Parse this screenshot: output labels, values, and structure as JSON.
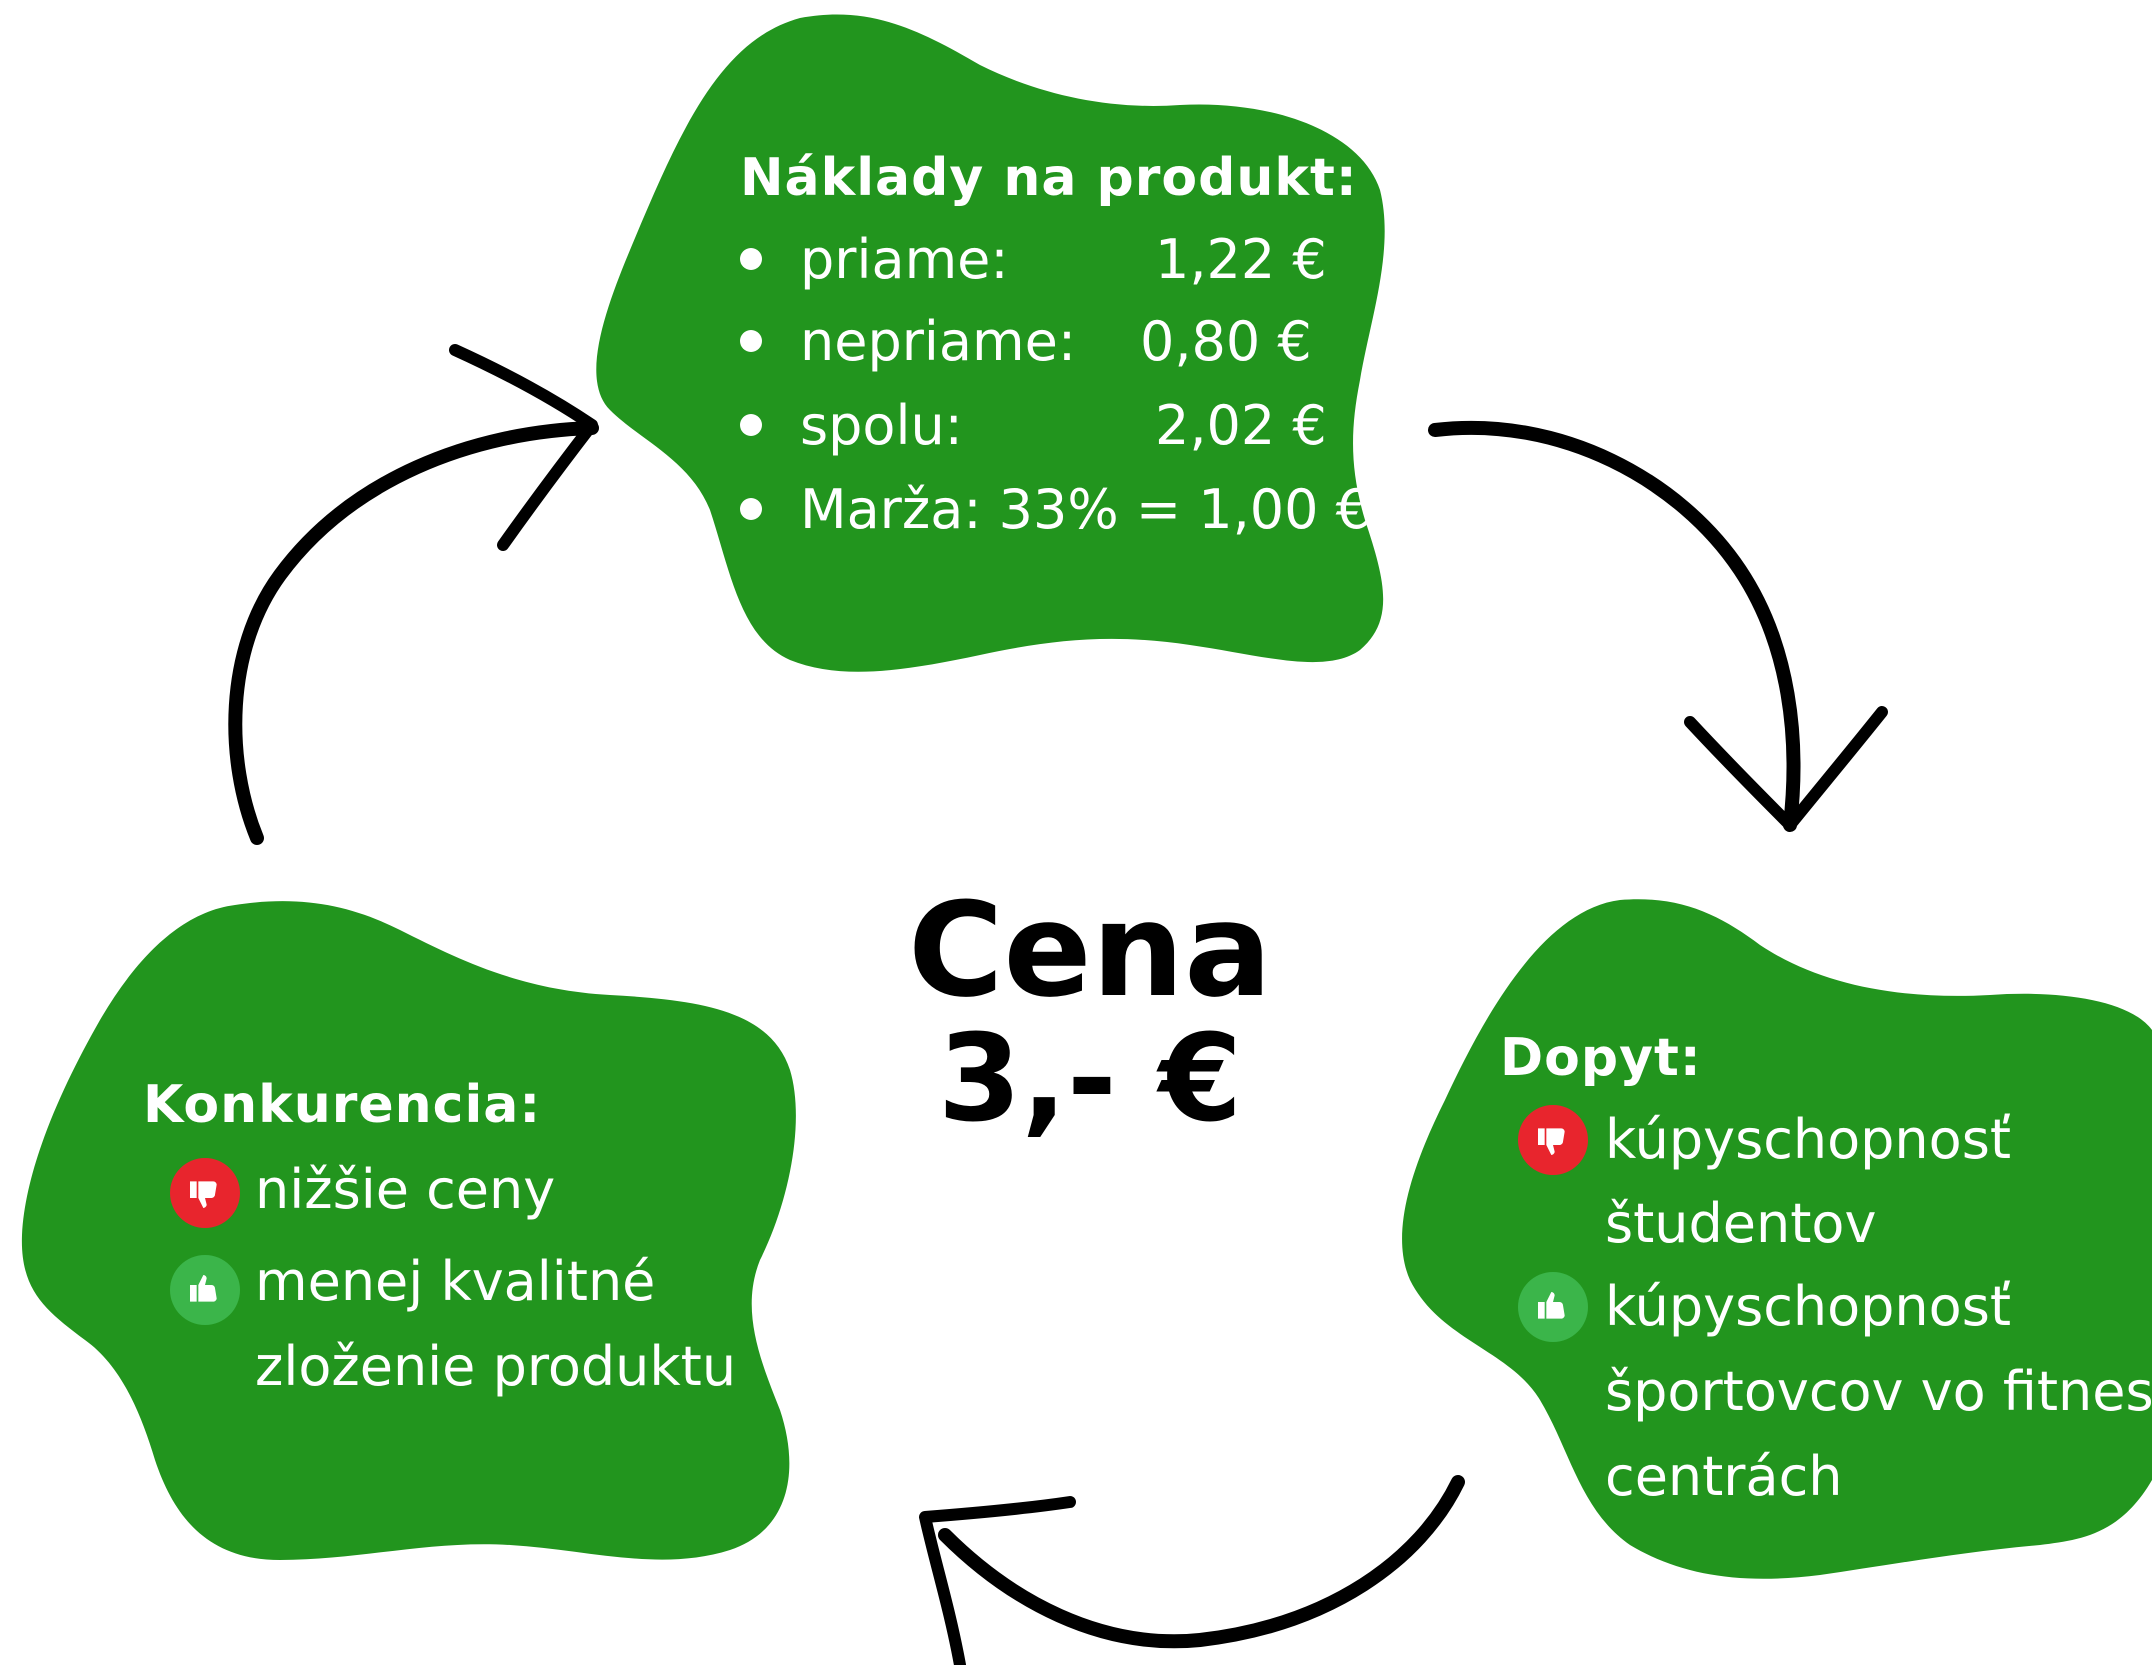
{
  "colors": {
    "blob": "#22951e",
    "text": "#ffffff",
    "arrow": "#000000",
    "dislike": "#e8252d",
    "like": "#3bb54a"
  },
  "center": {
    "line1": "Cena",
    "line2": "3,- €"
  },
  "costs": {
    "heading": "Náklady na produkt:",
    "rows": [
      {
        "label": "priame:",
        "value": "1,22 €"
      },
      {
        "label": "nepriame:",
        "value": "0,80 €"
      },
      {
        "label": "spolu:",
        "value": "2,02 €"
      },
      {
        "label": "Marža: 33% = 1,00 €",
        "value": ""
      }
    ]
  },
  "demand": {
    "heading": "Dopyt:",
    "items": [
      {
        "icon": "thumbs-down-icon",
        "lines": [
          "kúpyschopnosť",
          "študentov"
        ]
      },
      {
        "icon": "thumbs-up-icon",
        "lines": [
          "kúpyschopnosť",
          "športovcov vo fitness",
          "centrách"
        ]
      }
    ]
  },
  "competition": {
    "heading": "Konkurencia:",
    "items": [
      {
        "icon": "thumbs-down-icon",
        "lines": [
          "nižšie ceny"
        ]
      },
      {
        "icon": "thumbs-up-icon",
        "lines": [
          "menej kvalitné",
          "zloženie produktu"
        ]
      }
    ]
  }
}
